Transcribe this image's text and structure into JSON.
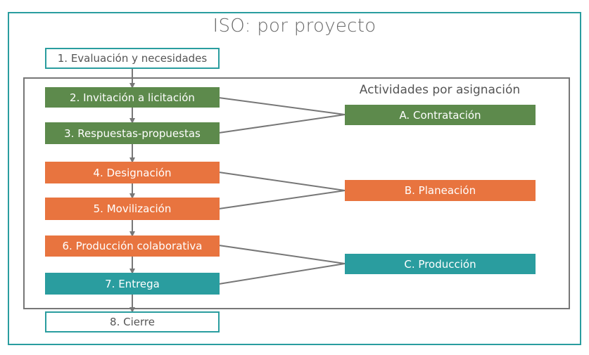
{
  "title": "ISO: por proyecto",
  "subtitle": "Actividades por asignación",
  "colors": {
    "frame": "#2a9d9f",
    "group": "#777777",
    "green": "#5d8a4c",
    "orange": "#e8743f",
    "teal": "#2a9d9f",
    "connector": "#777777"
  },
  "steps": [
    {
      "label": "1. Evaluación y necesidades",
      "style": "outline"
    },
    {
      "label": "2. Invitación a licitación",
      "style": "green"
    },
    {
      "label": "3. Respuestas-propuestas",
      "style": "green"
    },
    {
      "label": "4. Designación",
      "style": "orange"
    },
    {
      "label": "5. Movilización",
      "style": "orange"
    },
    {
      "label": "6. Producción colaborativa",
      "style": "orange"
    },
    {
      "label": "7. Entrega",
      "style": "teal"
    },
    {
      "label": "8. Cierre",
      "style": "outline"
    }
  ],
  "activities": [
    {
      "label": "A. Contratación",
      "style": "green"
    },
    {
      "label": "B. Planeación",
      "style": "orange"
    },
    {
      "label": "C. Producción",
      "style": "teal"
    }
  ]
}
